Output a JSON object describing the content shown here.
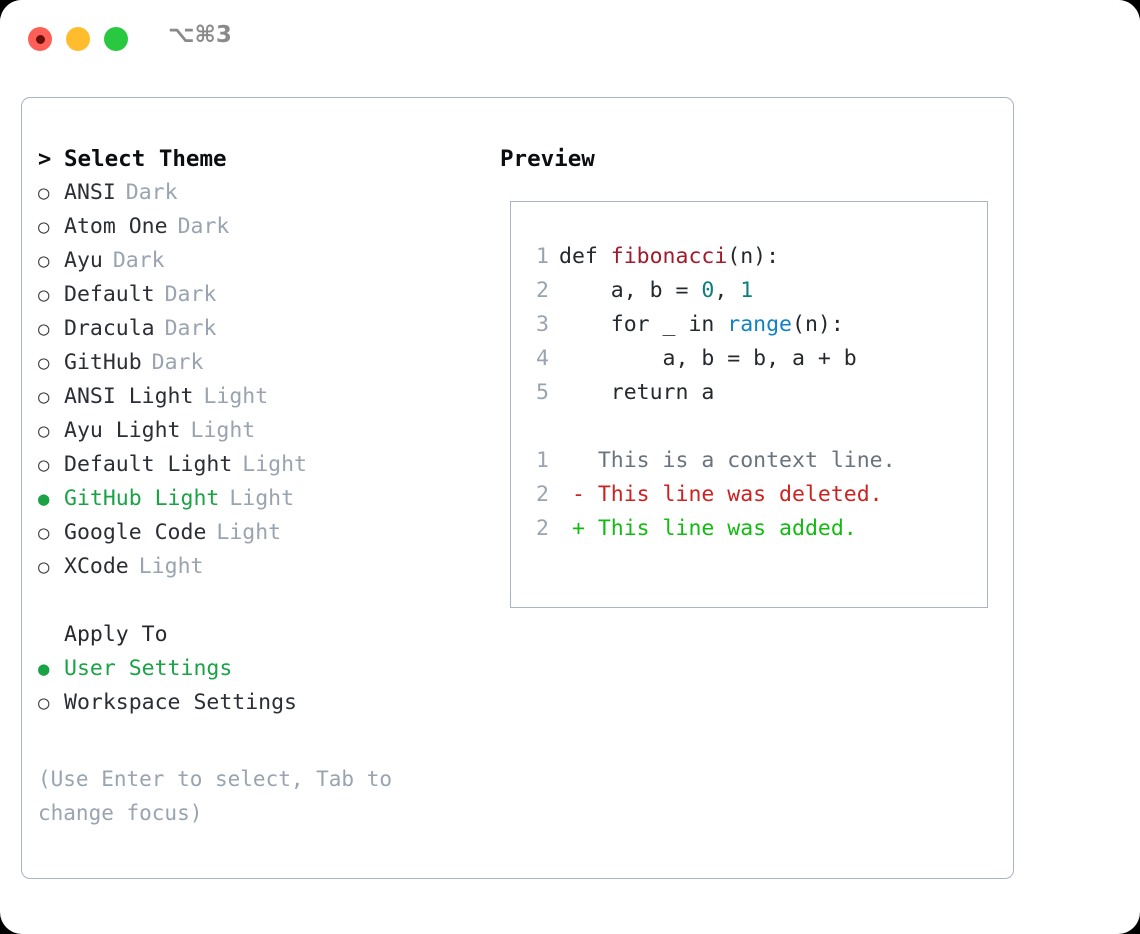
{
  "titlebar": {
    "shortcut": "⌥⌘3",
    "lights": [
      "close",
      "minimize",
      "maximize"
    ]
  },
  "theme_panel": {
    "header": {
      "prompt": ">",
      "label": "Select Theme"
    },
    "items": [
      {
        "marker": "○",
        "name": "ANSI",
        "variant": "Dark",
        "selected": false
      },
      {
        "marker": "○",
        "name": "Atom One",
        "variant": "Dark",
        "selected": false
      },
      {
        "marker": "○",
        "name": "Ayu",
        "variant": "Dark",
        "selected": false
      },
      {
        "marker": "○",
        "name": "Default",
        "variant": "Dark",
        "selected": false
      },
      {
        "marker": "○",
        "name": "Dracula",
        "variant": "Dark",
        "selected": false
      },
      {
        "marker": "○",
        "name": "GitHub",
        "variant": "Dark",
        "selected": false
      },
      {
        "marker": "○",
        "name": "ANSI Light",
        "variant": "Light",
        "selected": false
      },
      {
        "marker": "○",
        "name": "Ayu Light",
        "variant": "Light",
        "selected": false
      },
      {
        "marker": "○",
        "name": "Default Light",
        "variant": "Light",
        "selected": false
      },
      {
        "marker": "●",
        "name": "GitHub Light",
        "variant": "Light",
        "selected": true
      },
      {
        "marker": "○",
        "name": "Google Code",
        "variant": "Light",
        "selected": false
      },
      {
        "marker": "○",
        "name": "XCode",
        "variant": "Light",
        "selected": false
      }
    ],
    "apply_to": {
      "label": "Apply To",
      "options": [
        {
          "marker": "●",
          "name": "User Settings",
          "selected": true
        },
        {
          "marker": "○",
          "name": "Workspace Settings",
          "selected": false
        }
      ]
    },
    "hint": "(Use Enter to select, Tab to change focus)"
  },
  "preview": {
    "title": "Preview",
    "code_lines": [
      {
        "n": "1",
        "tokens": [
          {
            "t": "def ",
            "c": "plain"
          },
          {
            "t": "fibonacci",
            "c": "fn"
          },
          {
            "t": "(n):",
            "c": "plain"
          }
        ]
      },
      {
        "n": "2",
        "tokens": [
          {
            "t": "    a, b = ",
            "c": "plain"
          },
          {
            "t": "0",
            "c": "num"
          },
          {
            "t": ", ",
            "c": "plain"
          },
          {
            "t": "1",
            "c": "num"
          }
        ]
      },
      {
        "n": "3",
        "tokens": [
          {
            "t": "    for _ in ",
            "c": "plain"
          },
          {
            "t": "range",
            "c": "builtin"
          },
          {
            "t": "(n):",
            "c": "plain"
          }
        ]
      },
      {
        "n": "4",
        "tokens": [
          {
            "t": "        a, b = b, a + b",
            "c": "plain"
          }
        ]
      },
      {
        "n": "5",
        "tokens": [
          {
            "t": "    return a",
            "c": "plain"
          }
        ]
      }
    ],
    "diff_lines": [
      {
        "n": "1",
        "sign": " ",
        "text": "This is a context line.",
        "kind": "ctx"
      },
      {
        "n": "2",
        "sign": "-",
        "text": "This line was deleted.",
        "kind": "del"
      },
      {
        "n": "2",
        "sign": "+",
        "text": "This line was added.",
        "kind": "add"
      }
    ]
  },
  "colors": {
    "accent_green": "#1aa345",
    "muted": "#9aa3b0",
    "border": "#a9b4c4",
    "fn": "#a01c2a",
    "num": "#0f7d7d",
    "builtin": "#1183c4",
    "diff_del": "#cc2222",
    "diff_add": "#11bb11",
    "light_red": "#ff5f57",
    "light_yellow": "#ffbd2e",
    "light_green": "#28c840"
  }
}
